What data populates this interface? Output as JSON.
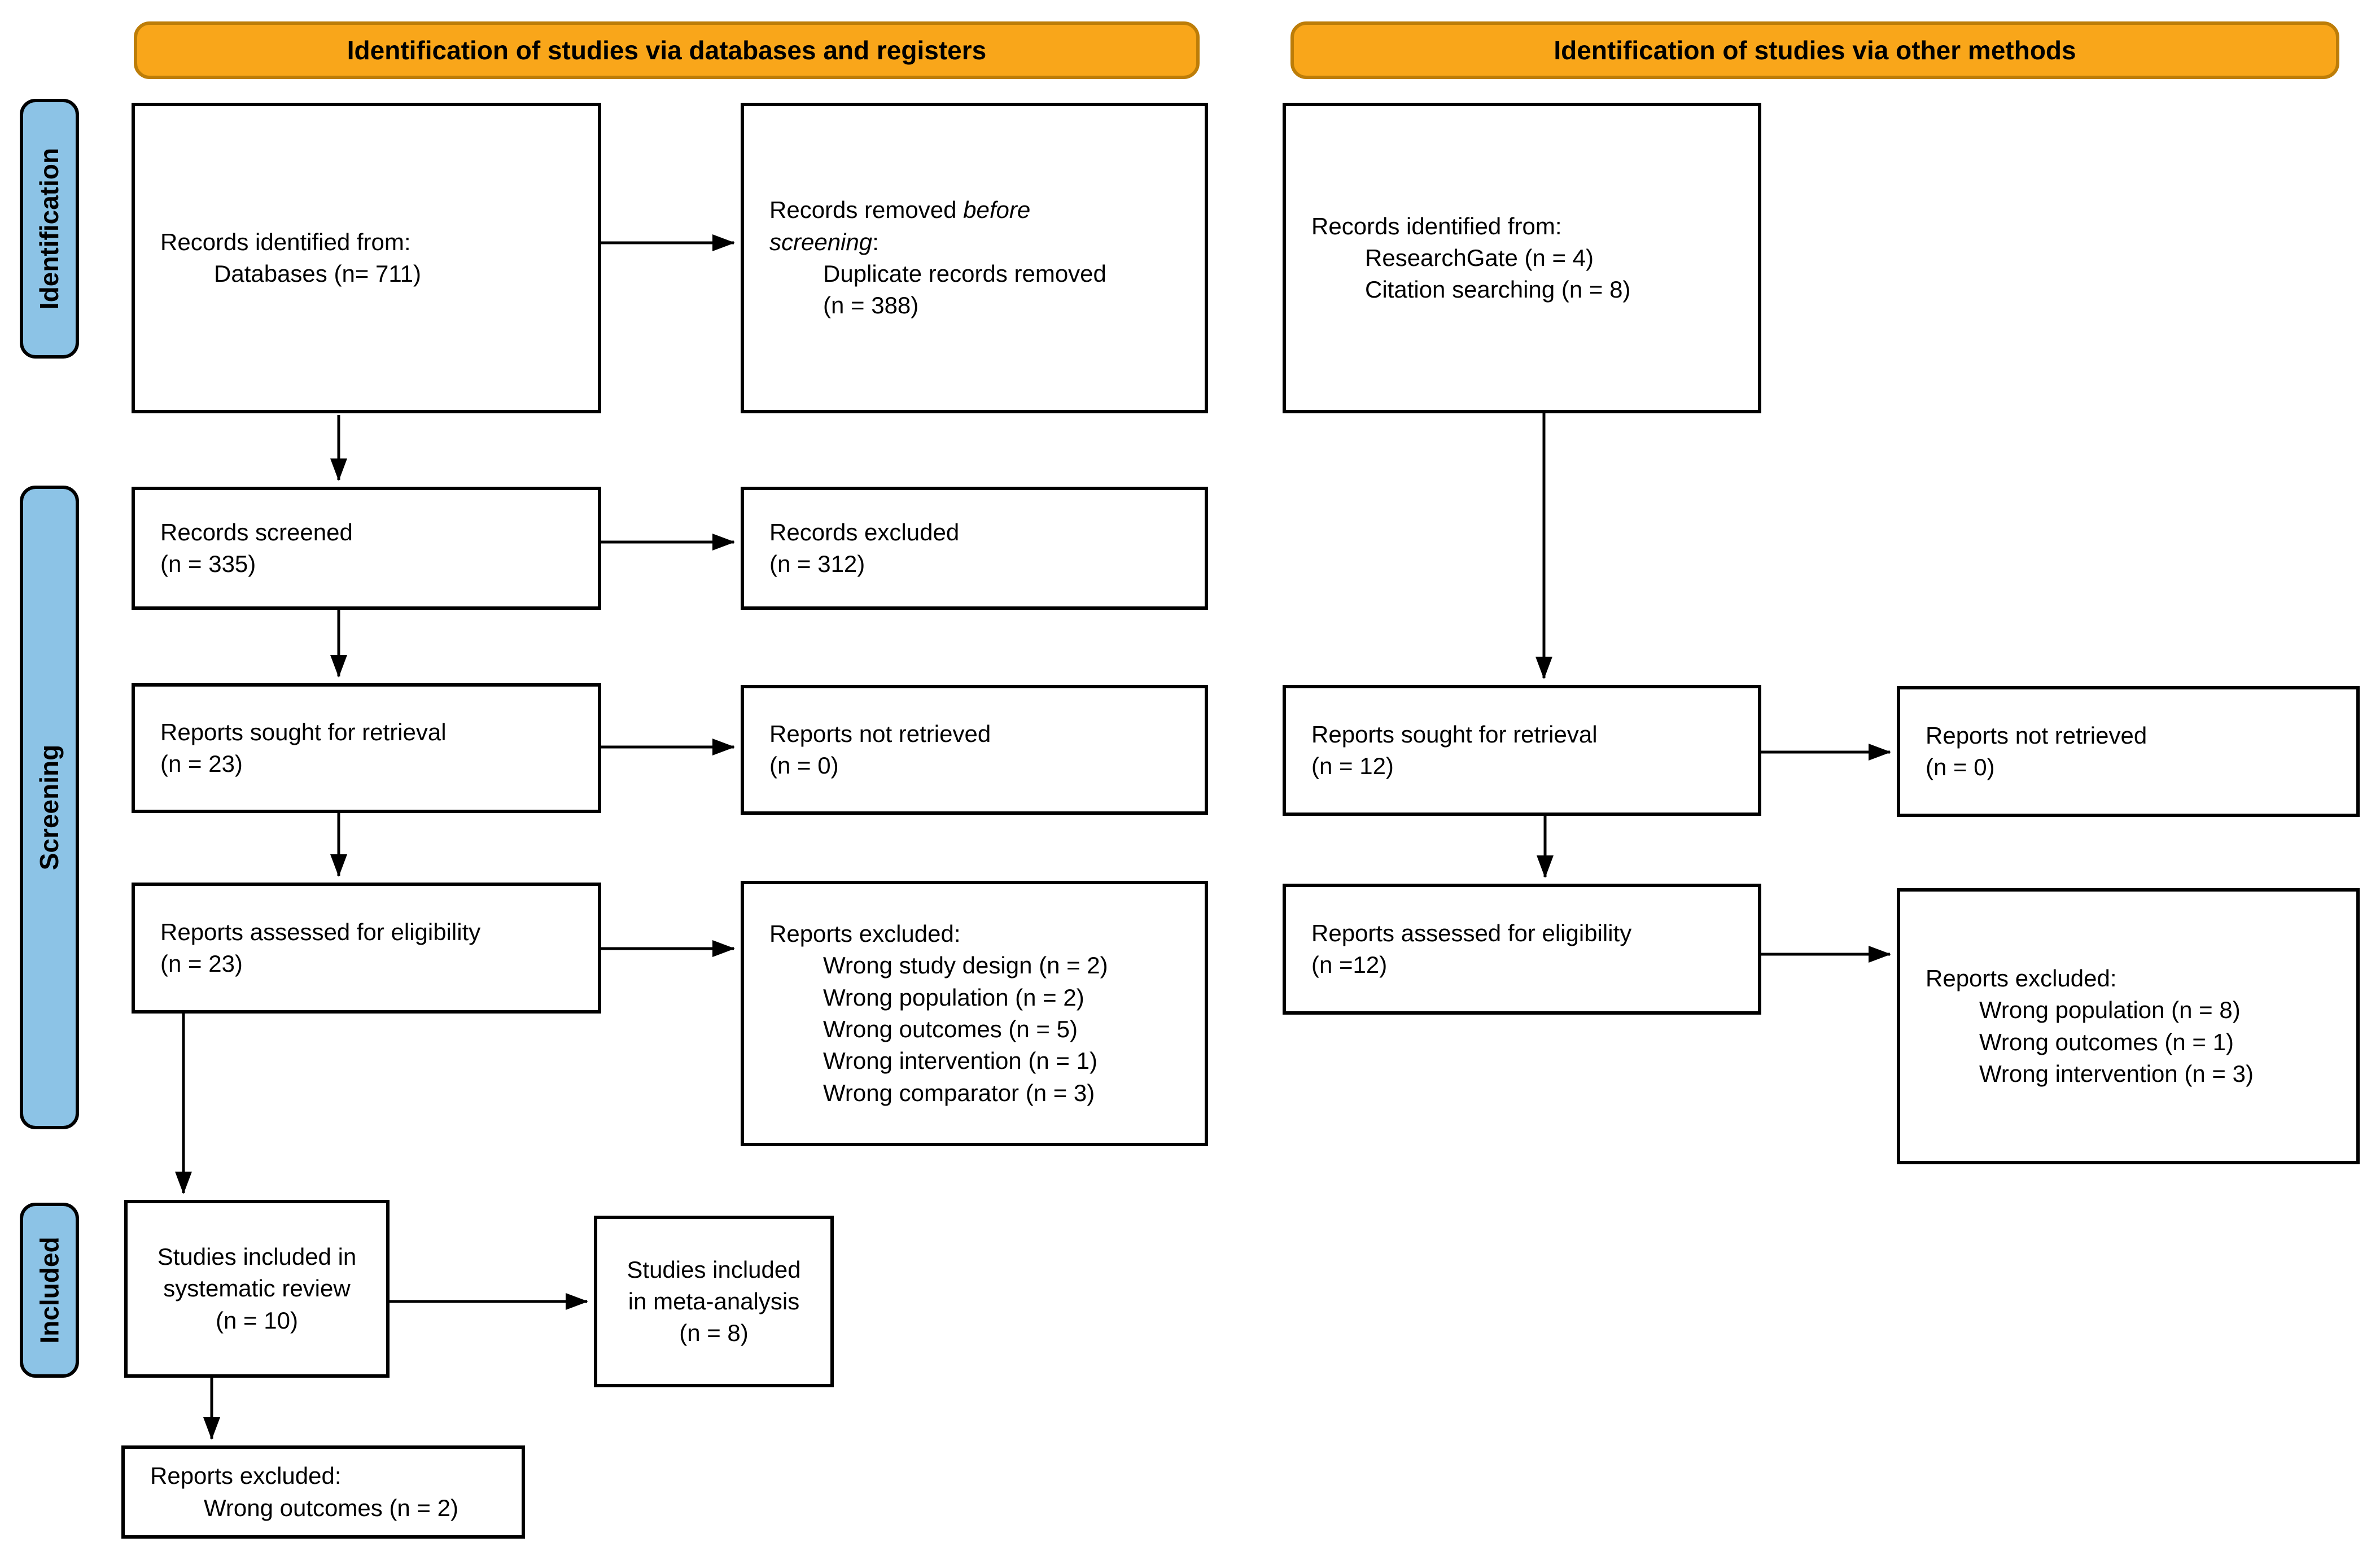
{
  "banners": {
    "left": "Identification of studies via databases and registers",
    "right": "Identification of studies via other methods"
  },
  "stages": {
    "identification": "Identification",
    "screening": "Screening",
    "included": "Included"
  },
  "colors": {
    "banner_fill": "#F9A61A",
    "banner_border": "#BD7D08",
    "stage_fill": "#8CC3E6",
    "box_border": "#000000",
    "arrow": "#000000"
  },
  "boxes": {
    "db_identified": {
      "line1": "Records identified from:",
      "line2": "Databases (n= 711)"
    },
    "removed_before": {
      "l1a": "Records removed ",
      "l1b_italic": "before",
      "l2a_italic": "screening",
      "l2b": ":",
      "line3": "Duplicate records removed",
      "line4": "(n = 388)"
    },
    "other_identified": {
      "line1": "Records identified from:",
      "line2": "ResearchGate (n = 4)",
      "line3": "Citation searching (n = 8)"
    },
    "records_screened": {
      "line1": "Records screened",
      "line2": "(n = 335)"
    },
    "records_excluded": {
      "line1": "Records excluded",
      "line2": "(n = 312)"
    },
    "sought_db": {
      "line1": "Reports sought for retrieval",
      "line2": "(n = 23)"
    },
    "not_retrieved_db": {
      "line1": "Reports not retrieved",
      "line2": "(n = 0)"
    },
    "sought_other": {
      "line1": "Reports sought for retrieval",
      "line2": "(n = 12)"
    },
    "not_retrieved_other": {
      "line1": "Reports not retrieved",
      "line2": "(n = 0)"
    },
    "assessed_db": {
      "line1": "Reports assessed for eligibility",
      "line2": "(n = 23)"
    },
    "excluded_db": {
      "title": "Reports excluded:",
      "reasons": [
        "Wrong study design (n = 2)",
        "Wrong population (n = 2)",
        "Wrong outcomes (n = 5)",
        "Wrong intervention (n = 1)",
        "Wrong comparator (n = 3)"
      ]
    },
    "assessed_other": {
      "line1": "Reports assessed for eligibility",
      "line2": "(n =12)"
    },
    "excluded_other": {
      "title": "Reports excluded:",
      "reasons": [
        "Wrong population (n = 8)",
        "Wrong outcomes (n = 1)",
        "Wrong intervention (n = 3)"
      ]
    },
    "included_review": {
      "line1": "Studies included in",
      "line2": "systematic review",
      "line3": "(n = 10)"
    },
    "included_meta": {
      "line1": "Studies included",
      "line2": "in meta-analysis",
      "line3": "(n = 8)"
    },
    "final_excluded": {
      "title": "Reports excluded:",
      "reason": "Wrong outcomes (n = 2)"
    }
  }
}
